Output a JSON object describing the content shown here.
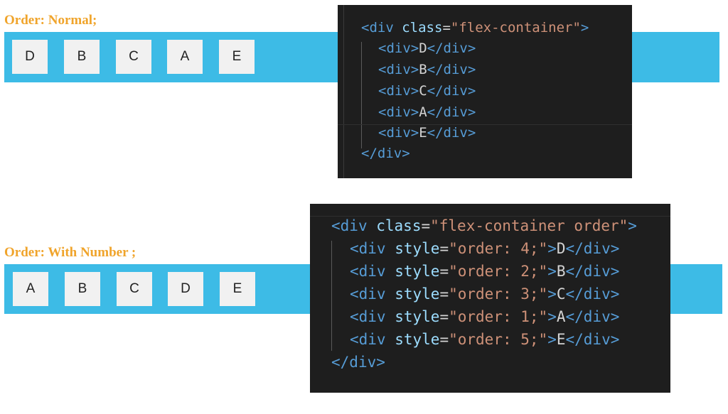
{
  "normal": {
    "heading": "Order: Normal;",
    "items": [
      "D",
      "B",
      "C",
      "A",
      "E"
    ],
    "code": {
      "open_tag": "div",
      "open_attr": "class",
      "open_value": "\"flex-container\"",
      "children": [
        "D",
        "B",
        "C",
        "A",
        "E"
      ],
      "close_tag": "div"
    }
  },
  "numbered": {
    "heading": "Order: With Number ;",
    "items": [
      "A",
      "B",
      "C",
      "D",
      "E"
    ],
    "code": {
      "open_tag": "div",
      "open_attr": "class",
      "open_value": "\"flex-container order\"",
      "child_attr": "style",
      "children": [
        {
          "style": "\"order: 4;\"",
          "text": "D"
        },
        {
          "style": "\"order: 2;\"",
          "text": "B"
        },
        {
          "style": "\"order: 3;\"",
          "text": "C"
        },
        {
          "style": "\"order: 1;\"",
          "text": "A"
        },
        {
          "style": "\"order: 5;\"",
          "text": "E"
        }
      ],
      "close_tag": "div"
    }
  },
  "colors": {
    "heading": "#f0a42b",
    "bar": "#3dbbe6",
    "box": "#f1f1f1",
    "editor_bg": "#1e1e1e",
    "tag": "#569cd6",
    "attr": "#9cdcfe",
    "string": "#ce9178"
  }
}
